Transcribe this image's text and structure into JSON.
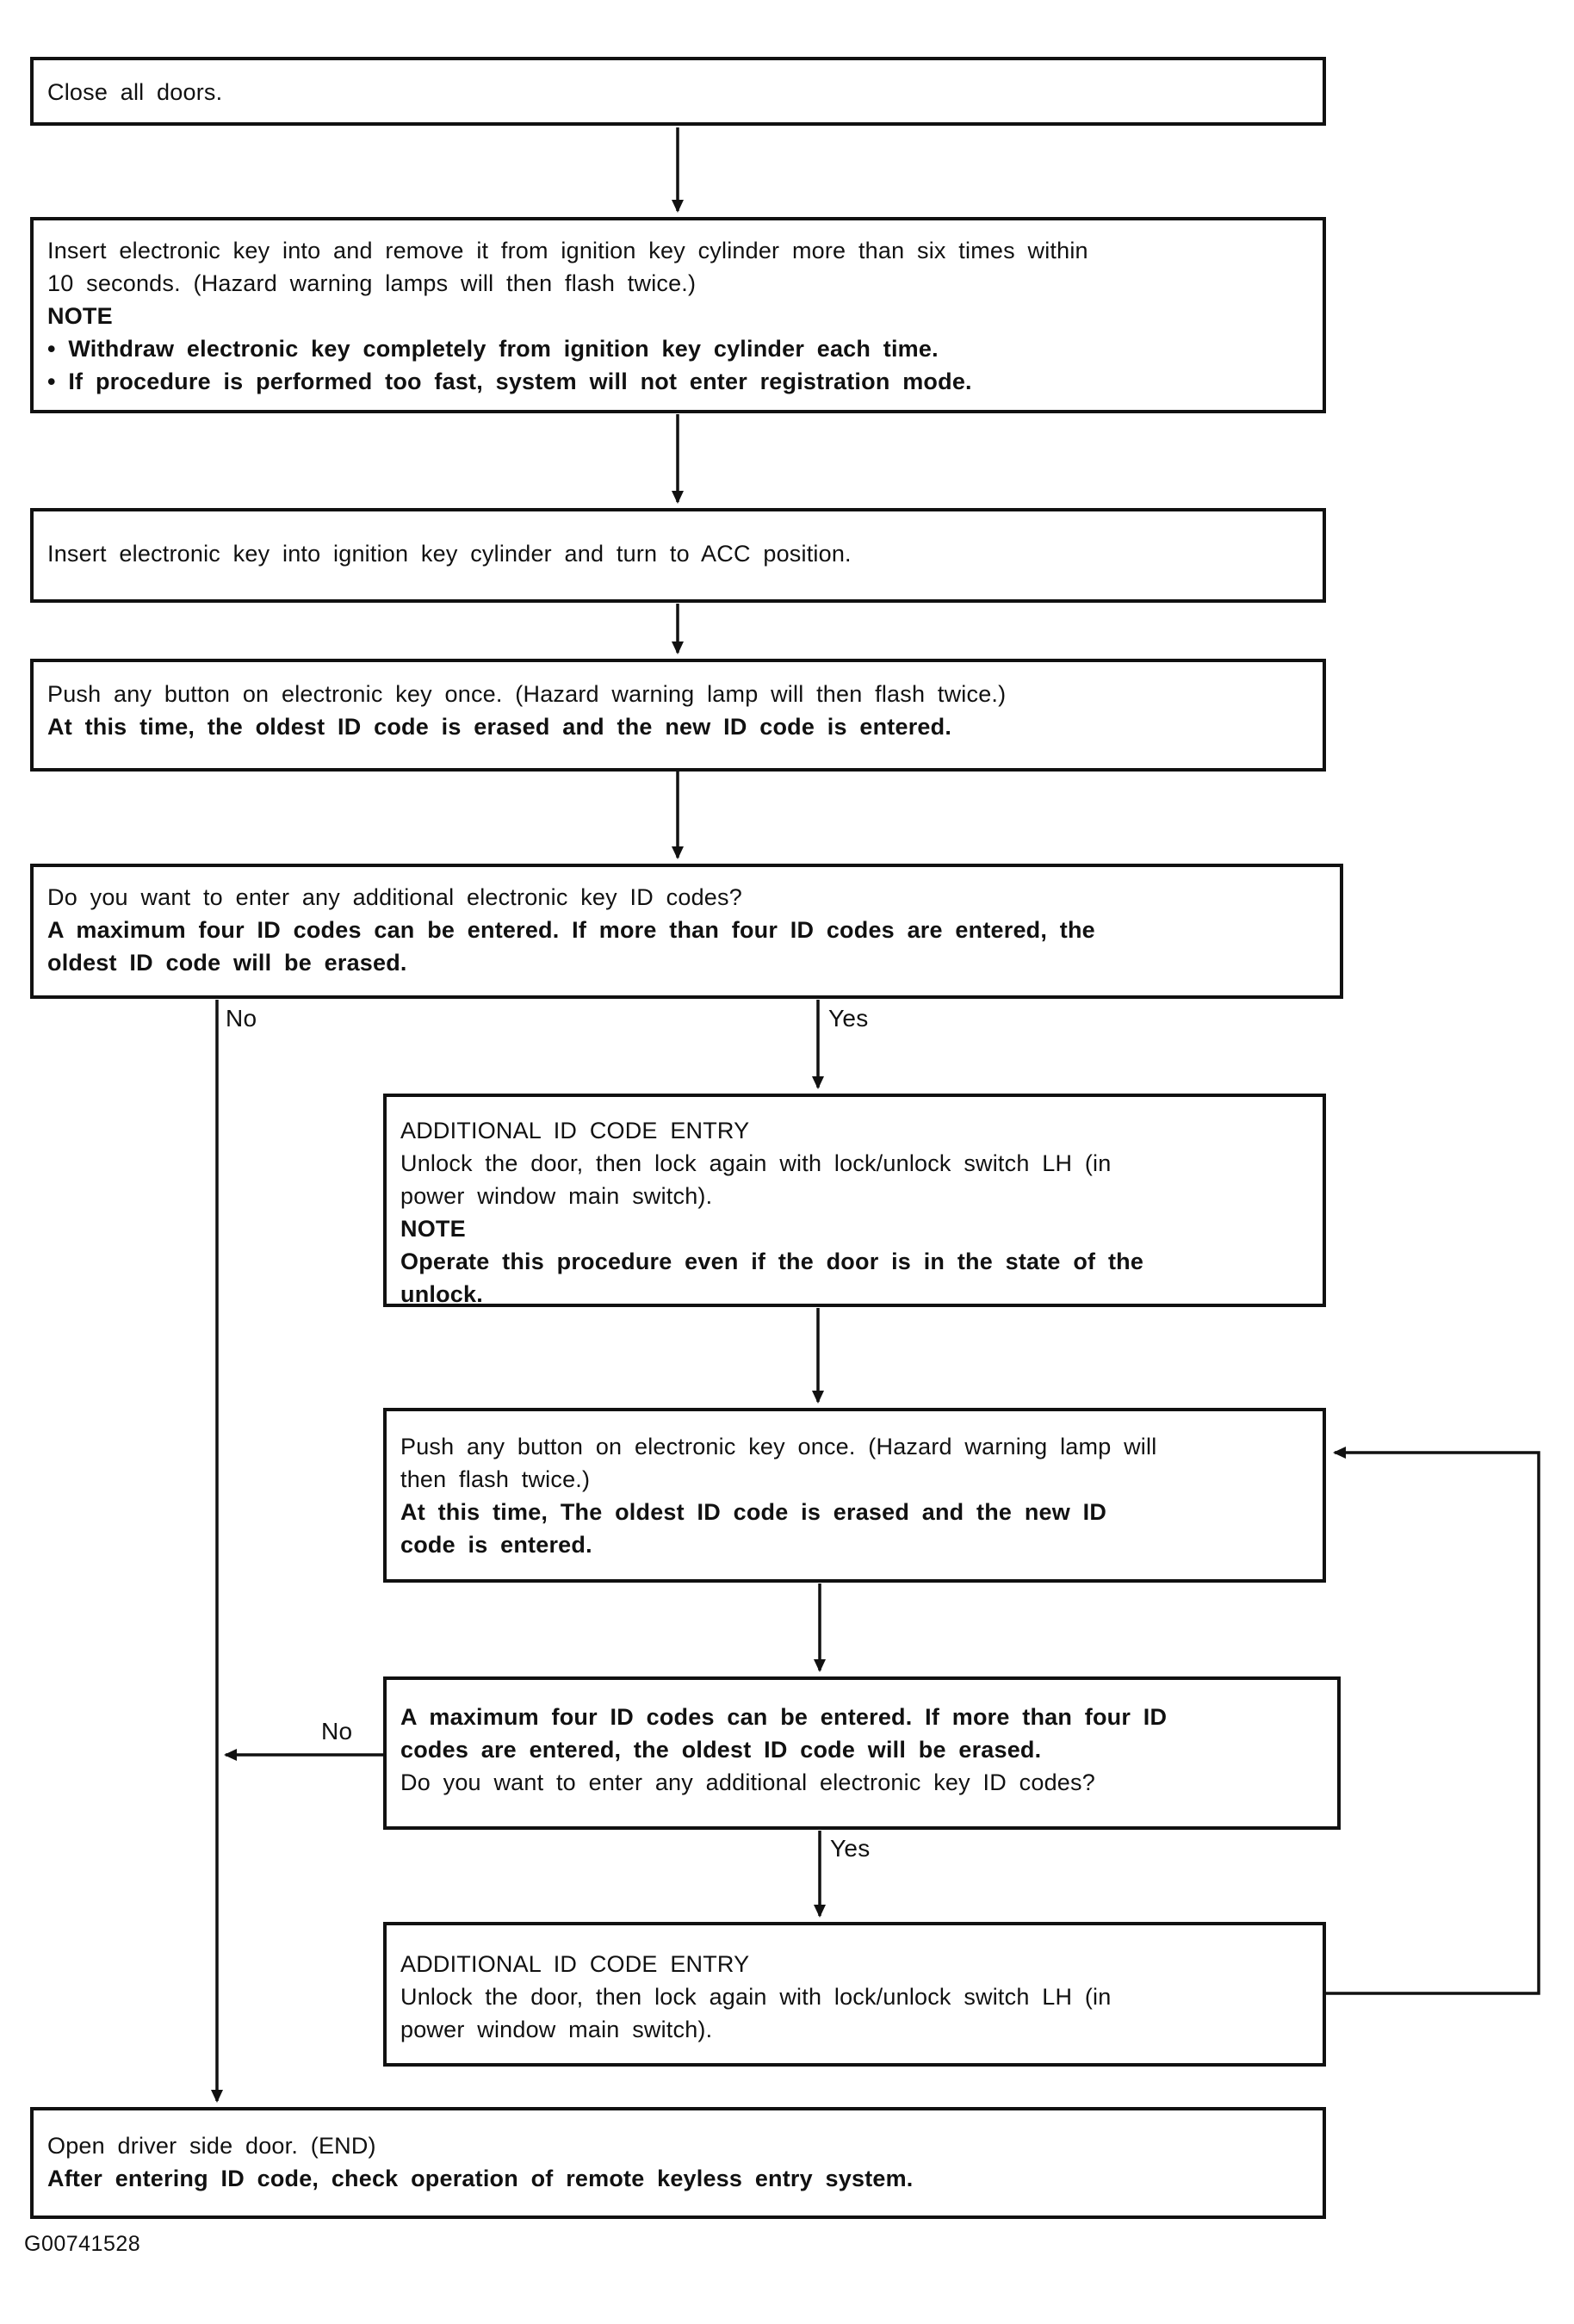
{
  "figure_code": "G00741528",
  "colors": {
    "ink": "#111111",
    "paper": "#ffffff"
  },
  "flow": {
    "close_doors": [
      "Close all doors."
    ],
    "register_mode": [
      "Insert electronic key into and remove it from ignition key cylinder more than six times within",
      "10 seconds. (Hazard warning lamps will then flash twice.)",
      "NOTE",
      "• Withdraw electronic key completely from ignition key cylinder each time.",
      "• If procedure is performed too fast, system will not enter registration mode."
    ],
    "insert_acc": [
      "Insert electronic key into ignition key cylinder and turn to ACC position."
    ],
    "push_button_1": [
      "Push any button on electronic key once. (Hazard warning lamp will then flash twice.)",
      "At this time, the oldest ID code is erased and the new ID code is entered."
    ],
    "question_1": [
      "Do you want to enter any additional electronic key ID codes?",
      "A maximum four ID codes can be entered. If more than four ID codes are entered, the",
      "oldest ID code will be erased."
    ],
    "additional_entry_1": [
      "ADDITIONAL ID CODE ENTRY",
      "Unlock the door, then lock again with lock/unlock switch LH (in",
      "power window main switch).",
      "NOTE",
      "Operate this procedure even if the door is in the state of the",
      "unlock."
    ],
    "push_button_2": [
      "Push any button on electronic key once. (Hazard warning lamp will",
      "then flash twice.)",
      "At this time, The oldest ID code is erased and the new ID",
      "code is entered."
    ],
    "question_2": [
      "A maximum four ID codes can be entered. If more than four ID",
      "codes are entered, the oldest ID code will be erased.",
      "Do you want to enter any additional electronic key ID codes?"
    ],
    "additional_entry_2": [
      "ADDITIONAL ID CODE ENTRY",
      "Unlock the door, then lock again with lock/unlock switch LH (in",
      "power window main switch)."
    ],
    "end_node": [
      "Open driver side door. (END)",
      "After entering ID code, check operation of remote keyless entry system."
    ]
  },
  "labels": {
    "no_top": "No",
    "yes_top": "Yes",
    "no_bottom": "No",
    "yes_bottom": "Yes"
  }
}
